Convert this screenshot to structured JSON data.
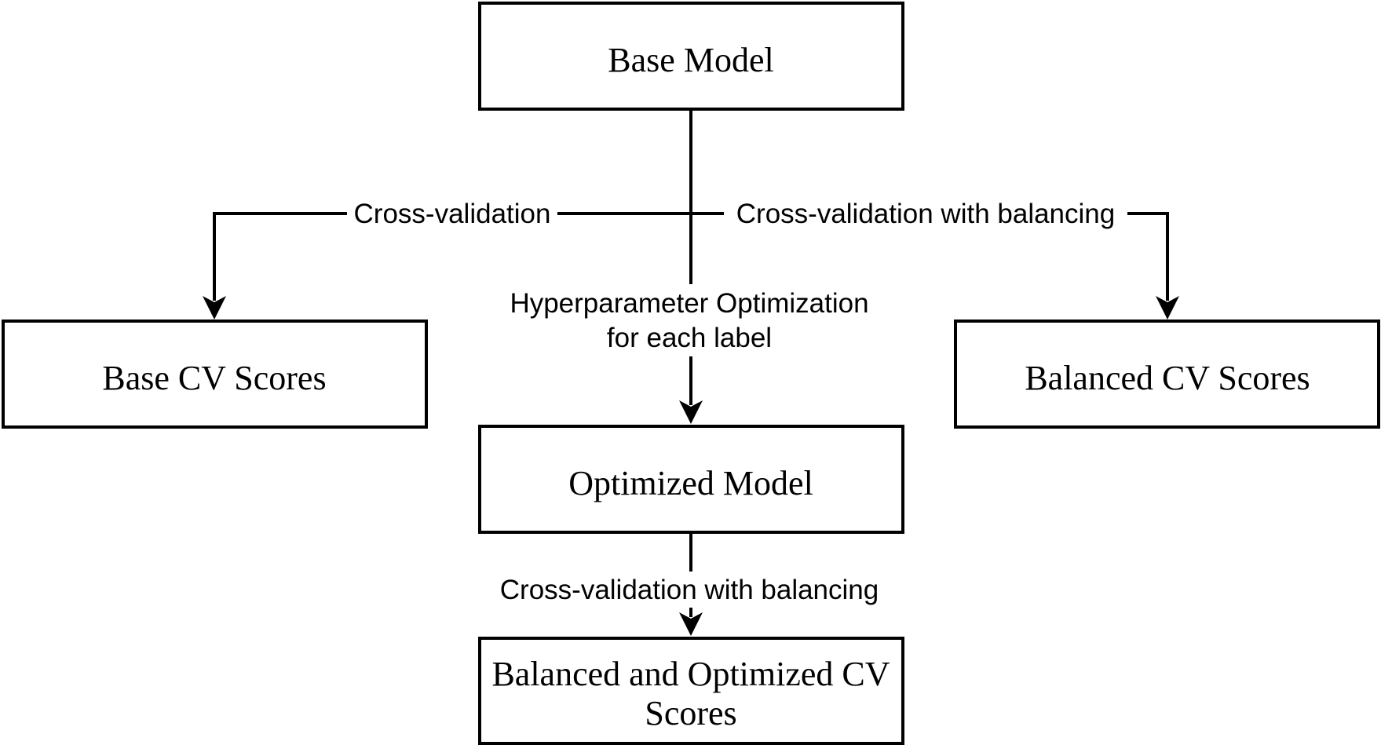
{
  "nodes": {
    "base_model": "Base Model",
    "base_cv_scores": "Base CV Scores",
    "balanced_cv_scores": "Balanced CV Scores",
    "optimized_model": "Optimized Model",
    "balanced_optimized_cv_scores": [
      "Balanced and Optimized CV",
      "Scores"
    ]
  },
  "edges": {
    "cross_validation": "Cross-validation",
    "cross_validation_with_balancing": "Cross-validation with balancing",
    "hyperparameter_optimization": [
      "Hyperparameter Optimization",
      "for each label"
    ],
    "optimized_cross_validation_with_balancing": "Cross-validation with balancing"
  }
}
